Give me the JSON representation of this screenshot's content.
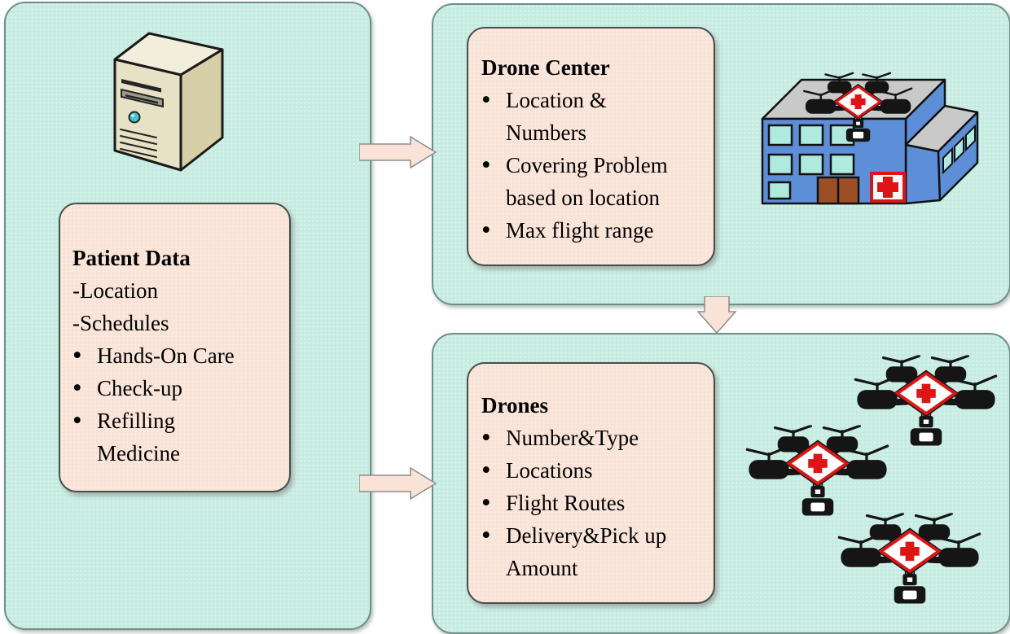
{
  "colors": {
    "box_fill": "#c6ece2",
    "box_border": "#6e8f89",
    "panel_fill": "#f9e3d7",
    "panel_border": "#454f4e",
    "arrow_fill": "#f9e2d6",
    "arrow_border": "#8c8c8c",
    "text_color": "#000000",
    "hospital_body": "#5d8ed8",
    "hospital_roof": "#c9c9c9",
    "window_teal": "#aeeade",
    "door_brown": "#9c4f26",
    "cross_red": "#e01414",
    "drone_black": "#151515",
    "server_top": "#f2eedb",
    "server_side": "#d6cfa8",
    "server_front": "#e7e2c6"
  },
  "panels": {
    "patient": {
      "title": "Patient Data",
      "lines": [
        {
          "marker": "-",
          "text": "Location"
        },
        {
          "marker": "-",
          "text": "Schedules"
        },
        {
          "marker": "•",
          "text": "Hands-On Care"
        },
        {
          "marker": "•",
          "text": "Check-up"
        },
        {
          "marker": "•",
          "text": "Refilling Medicine"
        }
      ]
    },
    "drone_center": {
      "title": "Drone Center",
      "lines": [
        {
          "marker": "•",
          "text": "Location & Numbers"
        },
        {
          "marker": "•",
          "text": "Covering Problem based on location"
        },
        {
          "marker": "•",
          "text": "Max flight range"
        }
      ]
    },
    "drones": {
      "title": "Drones",
      "lines": [
        {
          "marker": "•",
          "text": "Number&Type"
        },
        {
          "marker": "•",
          "text": "Locations"
        },
        {
          "marker": "•",
          "text": "Flight Routes"
        },
        {
          "marker": "•",
          "text": "Delivery&Pick up Amount"
        }
      ]
    }
  },
  "icons": {
    "server": "server-tower-icon",
    "hospital": "hospital-building-icon",
    "drone": "quadcopter-medical-drone-icon",
    "drone_count_in_drones_box": 3,
    "arrows": [
      "block-arrow-right-icon",
      "block-arrow-right-icon",
      "block-arrow-down-icon"
    ]
  }
}
